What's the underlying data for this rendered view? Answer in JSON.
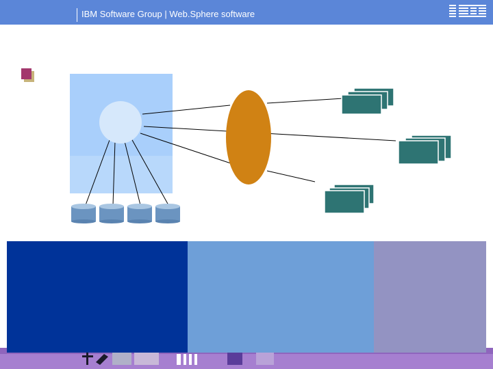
{
  "header": {
    "title": "IBM Software Group | Web.Sphere software",
    "logo_text": "IBM",
    "background": "#5b86d8"
  },
  "bullet": {
    "color": "#a3386d",
    "shadow_color": "#c7b37a"
  },
  "diagram": {
    "left_box_color": "#a9cffb",
    "hub_color": "#d6e8fb",
    "ellipse_color": "#d08214",
    "stack_color": "#2e7473",
    "databases": [
      "database",
      "database",
      "database",
      "database"
    ],
    "stacks": [
      "stack-top",
      "stack-middle",
      "stack-bottom"
    ]
  },
  "bands": {
    "colors": [
      "#003399",
      "#6e9fd8",
      "#9393c2"
    ]
  },
  "footer": {
    "strip_color": "#8f65bd"
  }
}
